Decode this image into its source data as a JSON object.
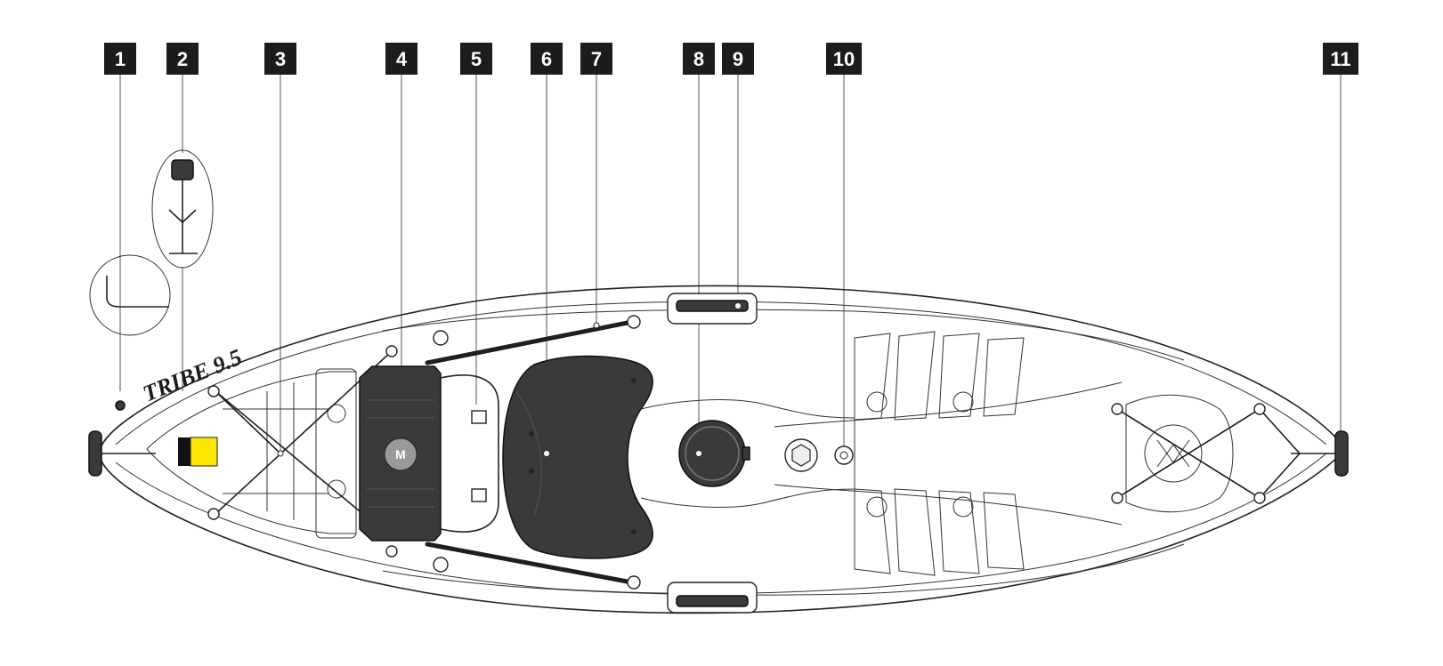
{
  "callouts": [
    {
      "number": "1"
    },
    {
      "number": "2"
    },
    {
      "number": "3"
    },
    {
      "number": "4"
    },
    {
      "number": "5"
    },
    {
      "number": "6"
    },
    {
      "number": "7"
    },
    {
      "number": "8"
    },
    {
      "number": "9"
    },
    {
      "number": "10"
    },
    {
      "number": "11"
    }
  ],
  "branding": {
    "logo": "TRIBE 9.5"
  },
  "colors": {
    "callout_box": "#1c1c1c",
    "tag_yellow": "#ffe600",
    "tag_black": "#111111",
    "seat": "#3a3a3a"
  }
}
